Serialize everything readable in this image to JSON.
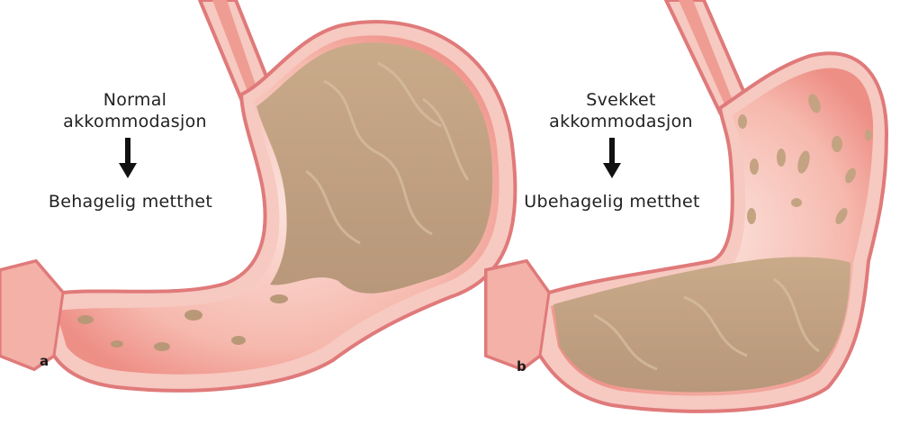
{
  "panels": [
    {
      "letter": "a",
      "cause": [
        "Normal",
        "akkommodasjon"
      ],
      "effect": "Behagelig metthet"
    },
    {
      "letter": "b",
      "cause": [
        "Svekket",
        "akkommodasjon"
      ],
      "effect": "Ubehagelig metthet"
    }
  ],
  "colors": {
    "wall_outer": "#e07a7a",
    "wall_fill": "#f6c9c1",
    "lining": "#f2a39a",
    "food": "#c4a382",
    "food_fold": "#d9c0a3",
    "background": "#ffffff"
  }
}
